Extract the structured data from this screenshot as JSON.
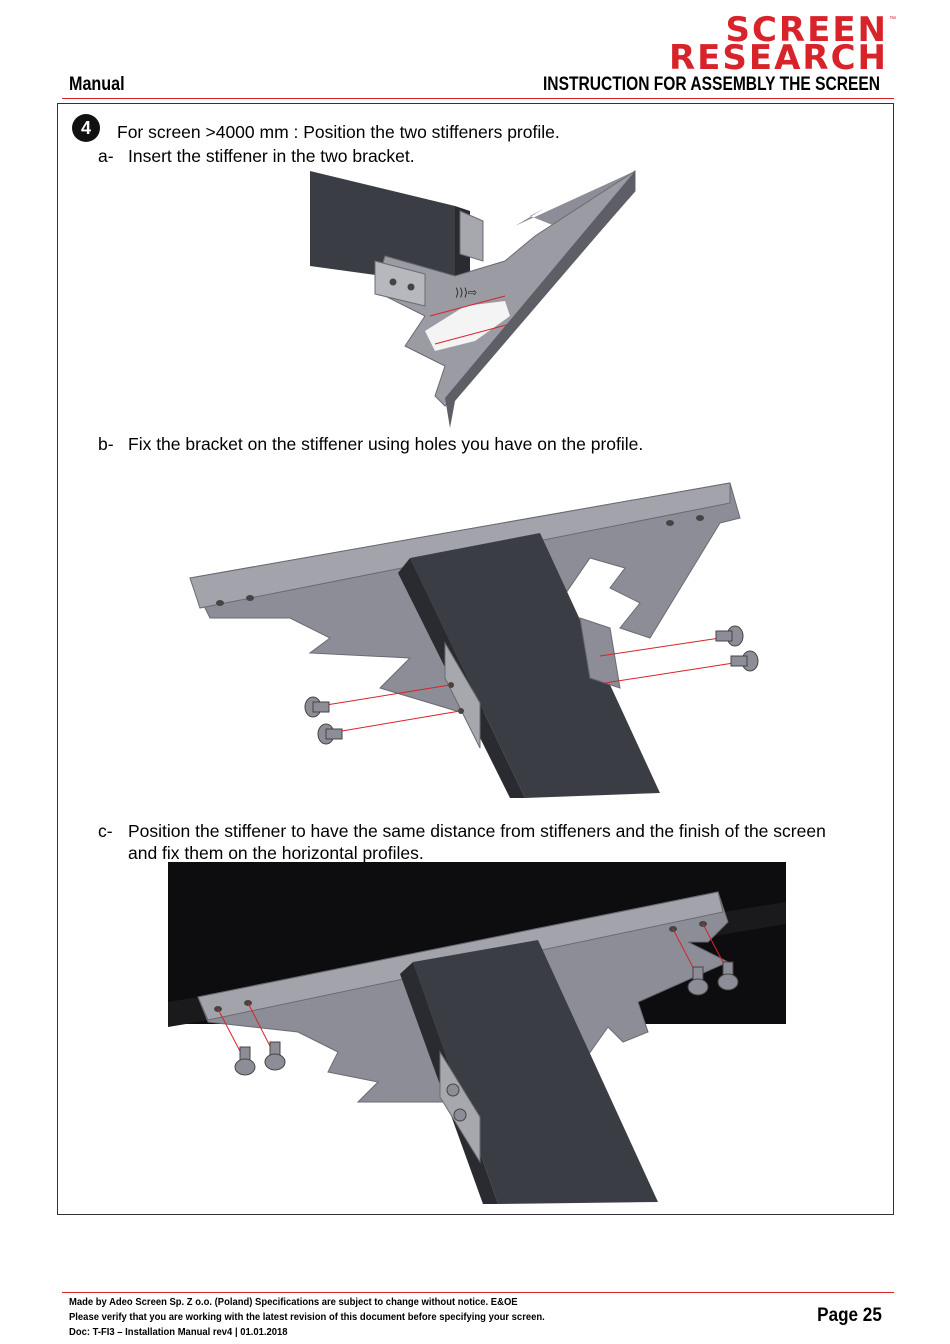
{
  "header": {
    "logo_line1": "SCREEN",
    "logo_line2": "RESEARCH",
    "logo_tm": "™",
    "left": "Manual",
    "right": "INSTRUCTION FOR ASSEMBLY THE SCREEN"
  },
  "step": {
    "number": "4",
    "title": "For screen >4000 mm : Position the two stiffeners profile.",
    "a_marker": "a-",
    "a_text": "Insert the stiffener in the two bracket.",
    "b_marker": "b-",
    "b_text": "Fix the bracket on the stiffener using holes you have on the profile.",
    "c_marker": "c-",
    "c_text_line1": "Position the stiffener to have the same distance from stiffeners and the finish of the screen",
    "c_text_line2": "and fix them on the horizontal profiles."
  },
  "footer": {
    "line1": "Made by Adeo Screen Sp. Z o.o. (Poland) Specifications are subject to change without notice. E&OE",
    "line2": "Please verify that you are working with the latest revision of this document before specifying your screen.",
    "line3": "Doc: T-FI3 – Installation Manual rev4 | 01.01.2018",
    "page": "Page 25"
  },
  "colors": {
    "brand_red": "#d8232a",
    "bracket_gray": "#8c8d96",
    "profile_dark": "#3b3d44"
  }
}
